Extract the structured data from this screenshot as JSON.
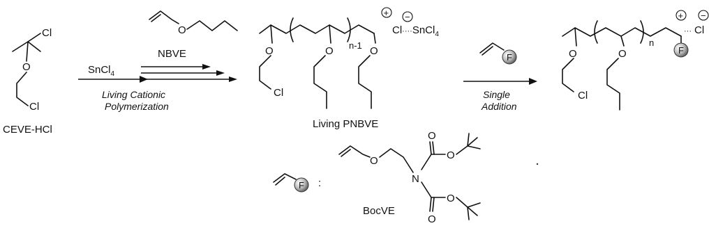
{
  "initiator": {
    "atom_cl_top": "Cl",
    "atom_o": "O",
    "atom_cl_bottom": "Cl",
    "name": "CEVE-HCl"
  },
  "step1": {
    "reagent_lewis_acid": "SnCl4",
    "monomer_label": "NBVE",
    "condition_line1": "Living Cationic",
    "condition_line2": "Polymerization"
  },
  "living_polymer": {
    "atom_o_end": "O",
    "atom_o_repeat": "O",
    "atom_o_last": "O",
    "atom_cl": "Cl",
    "repeat_index": "n-1",
    "counterion": "Cl····SnCl4",
    "plus_charge": "+",
    "minus_charge": "−",
    "name": "Living PNBVE"
  },
  "step2": {
    "monomer_functional_group": "F",
    "condition_line1": "Single",
    "condition_line2": "Addition"
  },
  "product": {
    "atom_o_end": "O",
    "atom_o_repeat": "O",
    "atom_cl": "Cl",
    "repeat_index": "n",
    "functional_group": "F",
    "counterion": "Cl",
    "plus_charge": "+",
    "minus_charge": "−"
  },
  "legend": {
    "functional_group": "F",
    "colon": ":",
    "atom_o_ether": "O",
    "atom_n": "N",
    "atom_o_carbonyl_top": "O",
    "atom_o_ester_top": "O",
    "atom_o_carbonyl_bottom": "O",
    "atom_o_ester_bottom": "O",
    "name": "BocVE"
  }
}
